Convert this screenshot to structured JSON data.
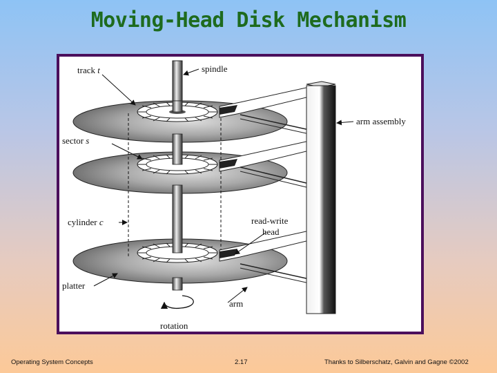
{
  "slide": {
    "title": "Moving-Head Disk Mechanism"
  },
  "diagram": {
    "labels": {
      "track_prefix": "track ",
      "track_var": "t",
      "spindle": "spindle",
      "arm_assembly": "arm assembly",
      "sector_prefix": "sector ",
      "sector_var": "s",
      "cylinder_prefix": "cylinder ",
      "cylinder_var": "c",
      "rw_head_line1": "read-write",
      "rw_head_line2": "head",
      "platter": "platter",
      "arm": "arm",
      "rotation": "rotation"
    }
  },
  "footer": {
    "left": "Operating System Concepts",
    "center": "2.17",
    "right": "Thanks to  Silberschatz, Galvin and  Gagne ©2002"
  }
}
